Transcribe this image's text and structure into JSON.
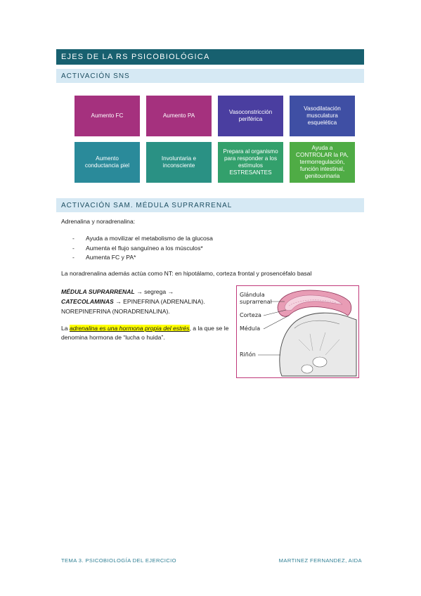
{
  "header": {
    "title": "EJES DE LA RS PSICOBIOLÓGICA"
  },
  "sections": [
    {
      "title": "ACTIVACIÓN SNS"
    },
    {
      "title": "ACTIVACIÓN SAM. MÉDULA SUPRARRENAL"
    }
  ],
  "boxes": [
    {
      "text": "Aumento FC",
      "color": "#a5317e"
    },
    {
      "text": "Aumento PA",
      "color": "#a5317e"
    },
    {
      "text": "Vasoconstricción periférica",
      "color": "#4a3ea0"
    },
    {
      "text": "Vasodilatación musculatura esquelética",
      "color": "#3f4fa4"
    },
    {
      "text": "Aumento conductancia piel",
      "color": "#2a8a9a"
    },
    {
      "text": "Involuntaria e inconsciente",
      "color": "#2a9184"
    },
    {
      "text": "Prepara al organismo para responder a los estímulos ESTRESANTES",
      "color": "#33a06c"
    },
    {
      "text": "Ayuda a CONTROLAR la PA, termorregulación, función intestinal, genitourinaria",
      "color": "#4fac45"
    }
  ],
  "content": {
    "intro": "Adrenalina y noradrenalina:",
    "bullets": [
      "Ayuda a movilizar el metabolismo de la glucosa",
      "Aumenta el flujo sanguíneo a los músculos*",
      "Aumenta FC y PA*"
    ],
    "nt_note": "La noradrenalina además actúa como NT: en hipotálamo, corteza frontal y prosencéfalo basal",
    "medula": {
      "term": "MÉDULA SUPRARRENAL",
      "arrow1": " → segrega →",
      "term2": "CATECOLAMINAS",
      "rest": " → EPINEFRINA (ADRENALINA).",
      "line3": "NOREPINEFRINA (NORADRENALINA)."
    },
    "adrenalina": {
      "prefix": "La ",
      "highlight": "adrenalina es una hormona propia del estrés",
      "suffix": ", a la que se le denomina hormona de “lucha o huida”."
    }
  },
  "figure": {
    "label_glandula": "Glándula",
    "label_suprarrenal": "suprarrenal",
    "label_corteza": "Corteza",
    "label_medula": "Médula",
    "label_rinon": "Riñón"
  },
  "footer": {
    "left": "TEMA 3. PSICOBIOLOGÍA DEL EJERCICIO",
    "right": "MARTINEZ FERNANDEZ, AIDA"
  }
}
